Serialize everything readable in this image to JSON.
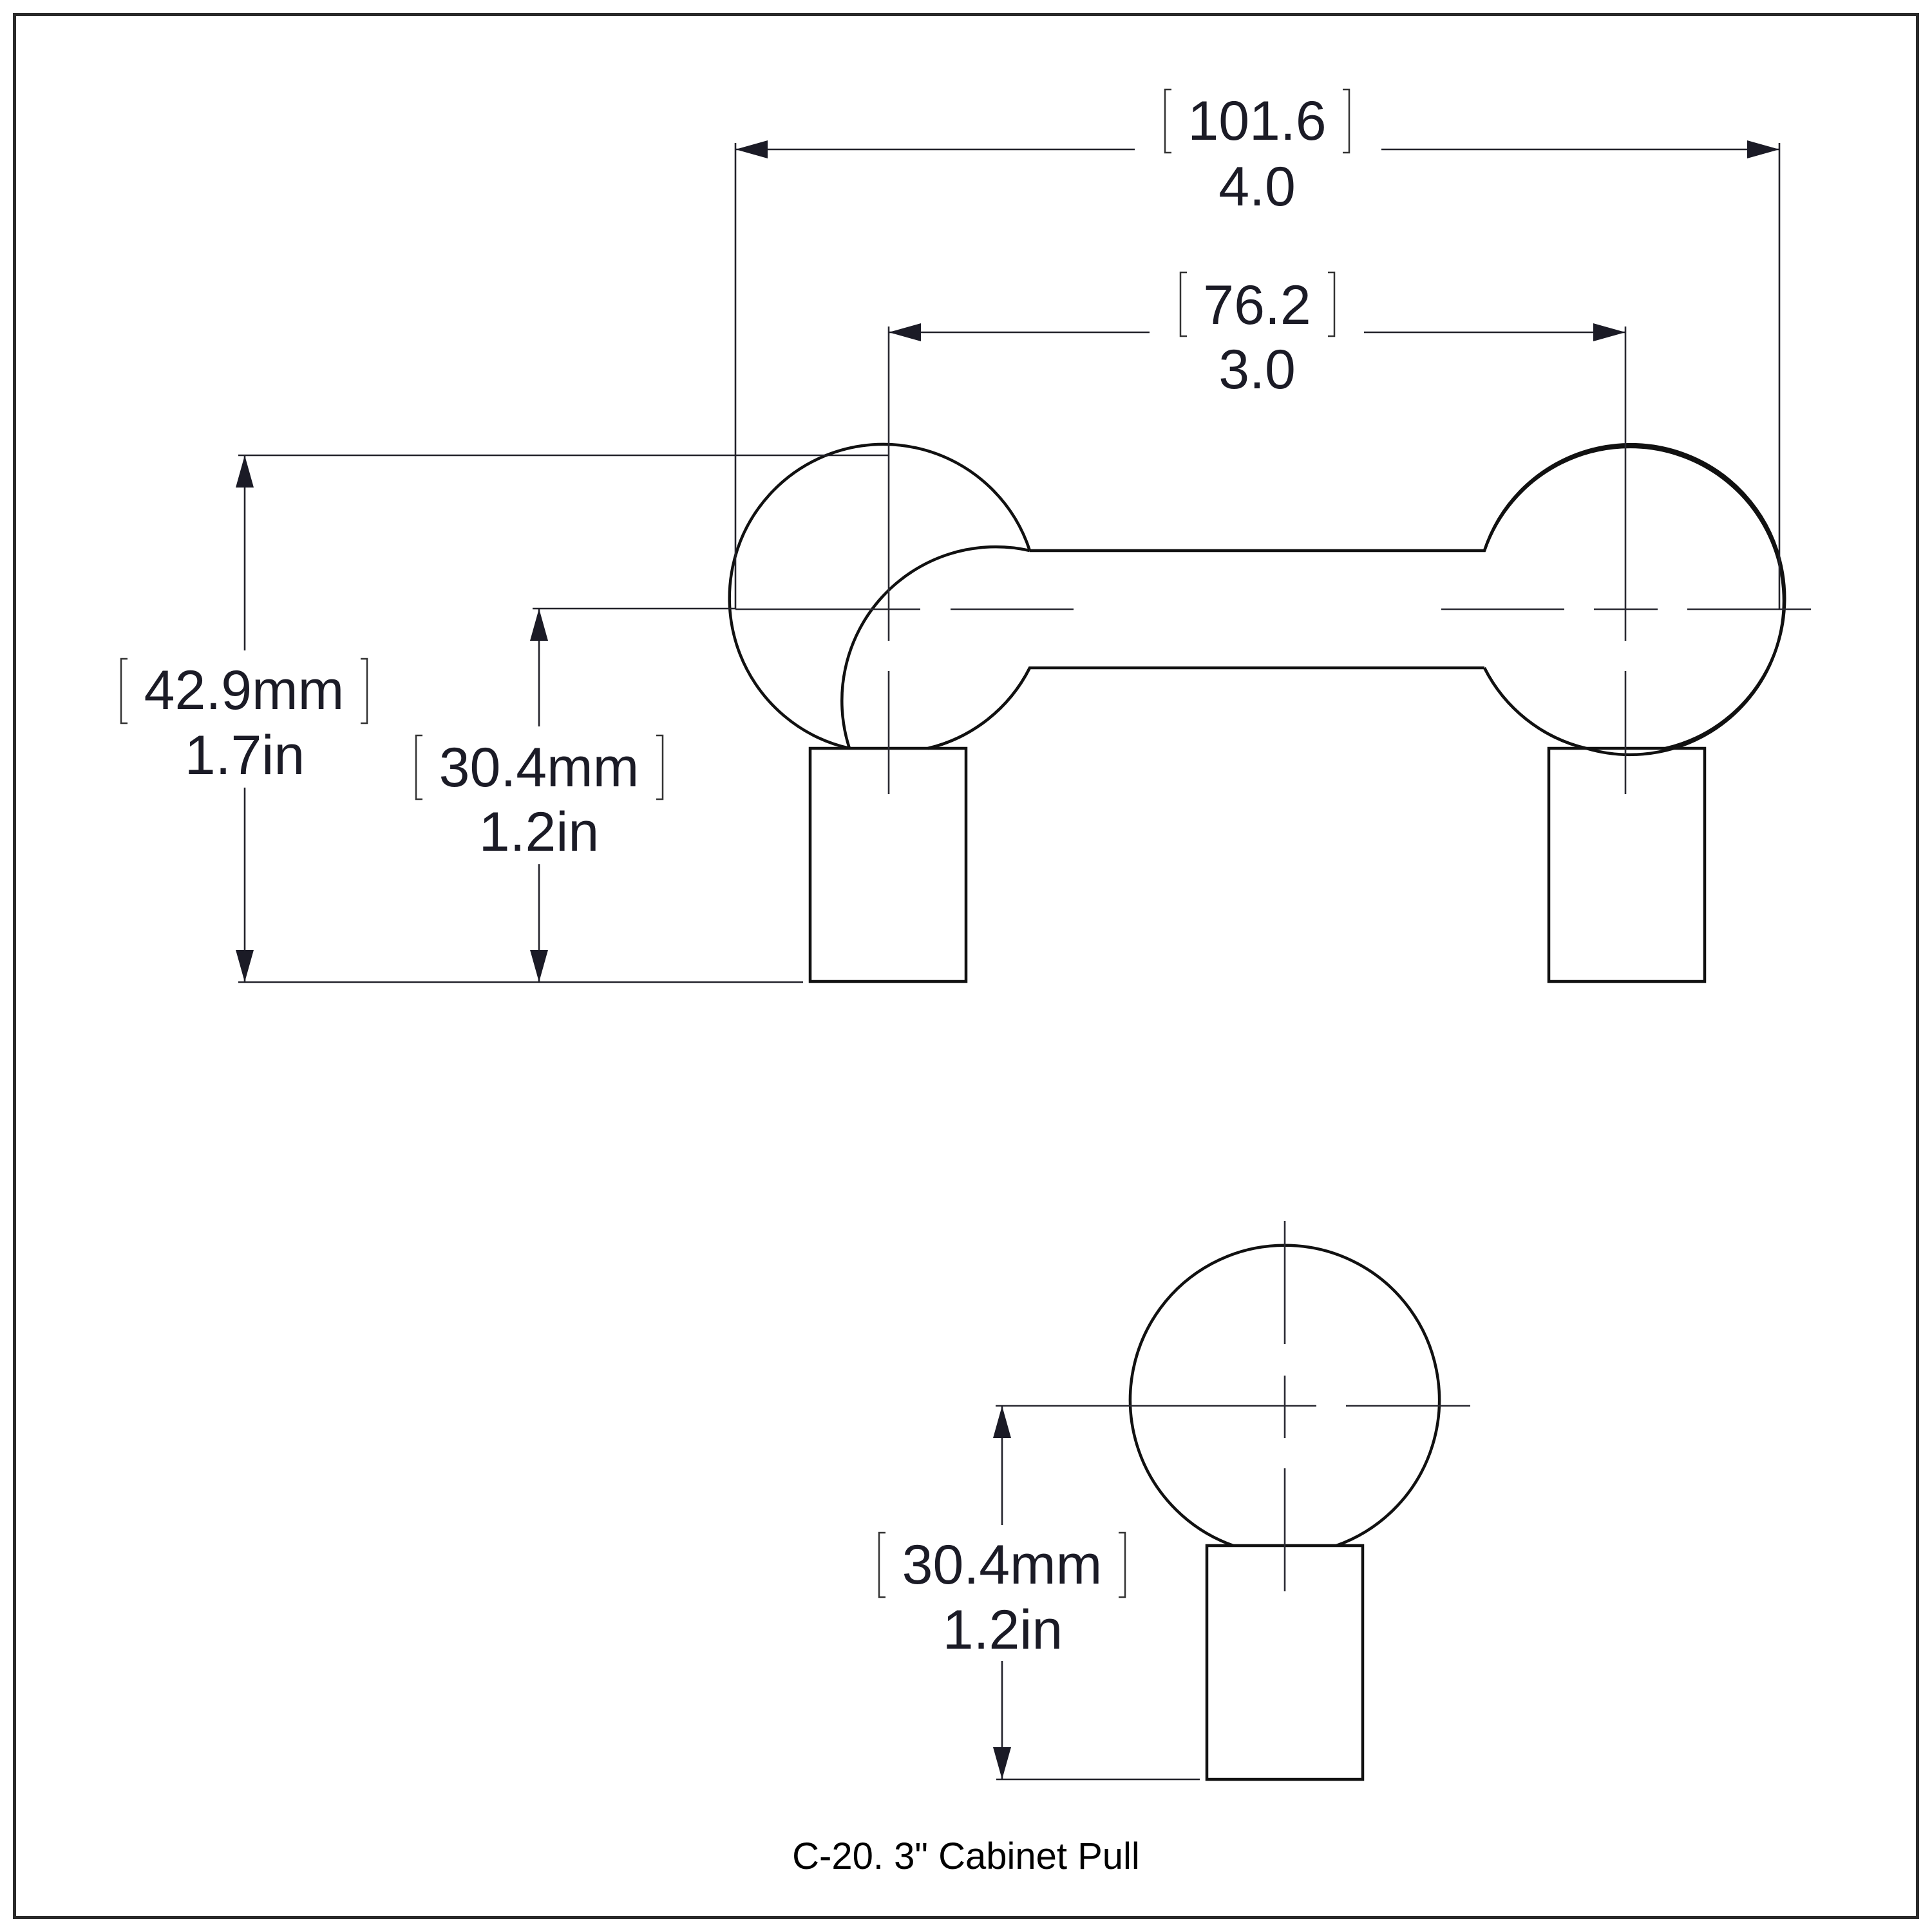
{
  "drawing": {
    "title": "C-20. 3\" Cabinet Pull",
    "colors": {
      "line": "#111111",
      "frame": "#2a2a2a",
      "text": "#1b1b26",
      "background": "#ffffff"
    }
  },
  "front_view": {
    "overall_length": {
      "mm": "101.6",
      "in": "4.0"
    },
    "center_to_center": {
      "mm": "76.2",
      "in": "3.0"
    },
    "overall_height": {
      "mm": "42.9mm",
      "in": "1.7in"
    },
    "projection": {
      "mm": "30.4mm",
      "in": "1.2in"
    }
  },
  "side_view": {
    "projection": {
      "mm": "30.4mm",
      "in": "1.2in"
    }
  }
}
